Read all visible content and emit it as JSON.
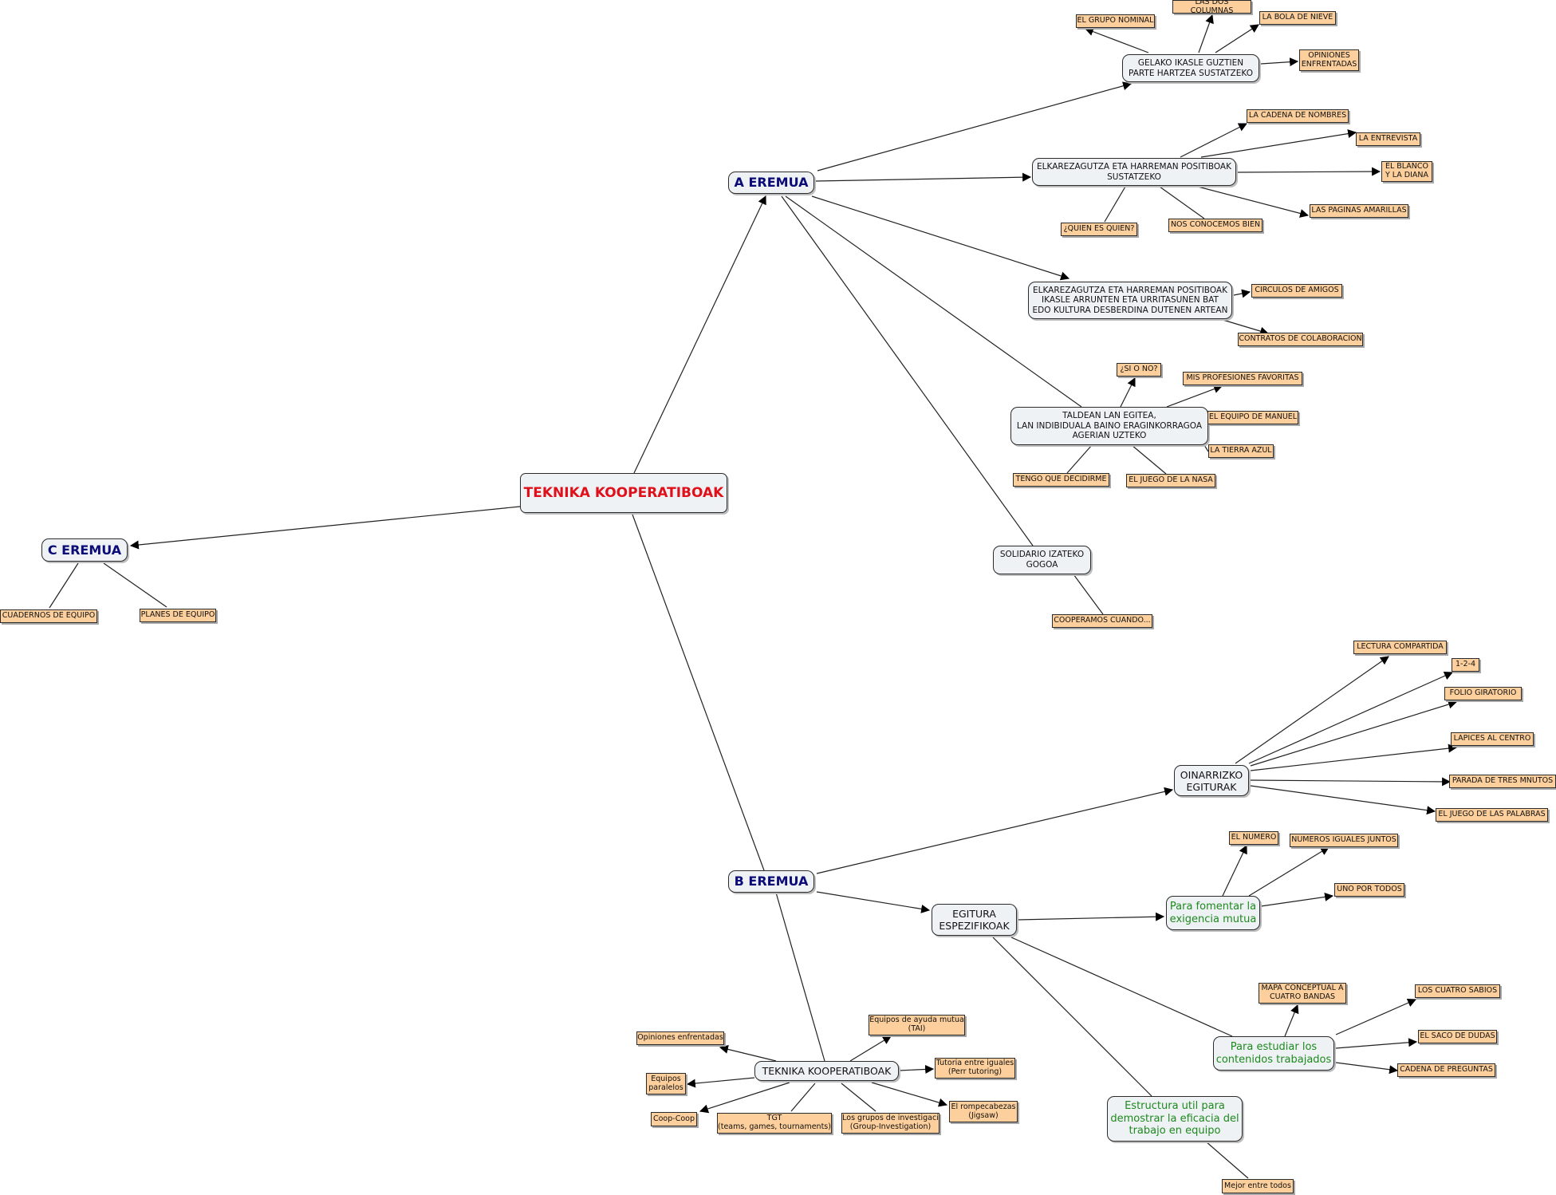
{
  "map": {
    "root": {
      "label": "TEKNIKA KOOPERATIBOAK"
    },
    "zones": {
      "a": {
        "label": "A EREMUA"
      },
      "b": {
        "label": "B EREMUA"
      },
      "c": {
        "label": "C EREMUA"
      }
    },
    "a_nodes": {
      "gelako": {
        "label": "GELAKO IKASLE GUZTIEN\nPARTE HARTZEA SUSTATZEKO"
      },
      "elkar1": {
        "label": "ELKAREZAGUTZA ETA HARREMAN POSITIBOAK\nSUSTATZEKO"
      },
      "elkar2": {
        "label": "ELKAREZAGUTZA ETA HARREMAN POSITIBOAK\nIKASLE ARRUNTEN ETA URRITASUNEN BAT\nEDO KULTURA DESBERDINA DUTENEN ARTEAN"
      },
      "taldean": {
        "label": "TALDEAN LAN EGITEA,\nLAN INDIBIDUALA BAINO ERAGINKORRAGOA\nAGERIAN UZTEKO"
      },
      "solidario": {
        "label": "SOLIDARIO IZATEKO\nGOGOA"
      }
    },
    "a_leaves": {
      "grupo_nominal": "EL GRUPO NOMINAL",
      "dos_columnas": "LAS DOS COLUMNAS",
      "bola_nieve": "LA BOLA DE NIEVE",
      "opiniones_enf": "OPINIONES\nENFRENTADAS",
      "cadena_nombres": "LA CADENA DE NOMBRES",
      "entrevista": "LA ENTREVISTA",
      "blanco_diana": "EL BLANCO\nY LA DIANA",
      "paginas_amarillas": "LAS PAGINAS AMARILLAS",
      "quien_es_quien": "¿QUIEN ES QUIEN?",
      "nos_conocemos": "NOS CONOCEMOS BIEN",
      "circulos_amigos": "CIRCULOS DE AMIGOS",
      "contratos": "CONTRATOS DE COLABORACION",
      "si_o_no": "¿SI O NO?",
      "mis_profesiones": "MIS PROFESIONES FAVORITAS",
      "equipo_manuel": "EL EQUIPO DE MANUEL",
      "tierra_azul": "LA TIERRA AZUL",
      "tengo_que": "TENGO QUE DECIDIRME",
      "juego_nasa": "EL JUEGO DE LA NASA",
      "cooperamos": "COOPERAMOS CUANDO..."
    },
    "b_nodes": {
      "oinarrizko": {
        "label": "OINARRIZKO\nEGITURAK"
      },
      "egitura": {
        "label": "EGITURA\nESPEZIFIKOAK"
      },
      "fomentar": {
        "label": "Para fomentar la\nexigencia mutua"
      },
      "estudiar": {
        "label": "Para estudiar los\ncontenidos trabajados"
      },
      "estructura": {
        "label": "Estructura util para\ndemostrar la eficacia del\ntrabajo en equipo"
      },
      "teknika": {
        "label": "TEKNIKA KOOPERATIBOAK"
      }
    },
    "b_leaves": {
      "lectura": "LECTURA COMPARTIDA",
      "uno_dos_cuatro": "1-2-4",
      "folio": "FOLIO GIRATORIO",
      "lapices": "LAPICES AL CENTRO",
      "parada": "PARADA DE TRES MNUTOS",
      "juego_palabras": "EL JUEGO DE LAS PALABRAS",
      "el_numero": "EL NUMERO",
      "numeros_iguales": "NUMEROS IGUALES JUNTOS",
      "uno_por_todos": "UNO POR TODOS",
      "mapa": "MAPA CONCEPTUAL A\nCUATRO BANDAS",
      "cuatro_sabios": "LOS CUATRO SABIOS",
      "saco_dudas": "EL SACO DE DUDAS",
      "cadena_preguntas": "CADENA DE PREGUNTAS",
      "mejor_entre": "Mejor entre todos",
      "opiniones_b": "Opiniones enfrentadas",
      "equipos_ayuda": "Equipos de ayuda mutua\n(TAI)",
      "equipos_paralelos": "Equipos\nparalelos",
      "tutoria": "Tutoria entre iguales\n(Perr tutoring)",
      "coop_coop": "Coop-Coop",
      "tgt": "TGT\n(teams, games, tournaments)",
      "grupos_invest": "Los grupos de investigaci\n(Group-Investigation)",
      "rompecabezas": "El rompecabezas\n(Jigsaw)"
    },
    "c_leaves": {
      "cuadernos": "CUADERNOS DE EQUIPO",
      "planes": "PLANES DE EQUIPO"
    }
  }
}
